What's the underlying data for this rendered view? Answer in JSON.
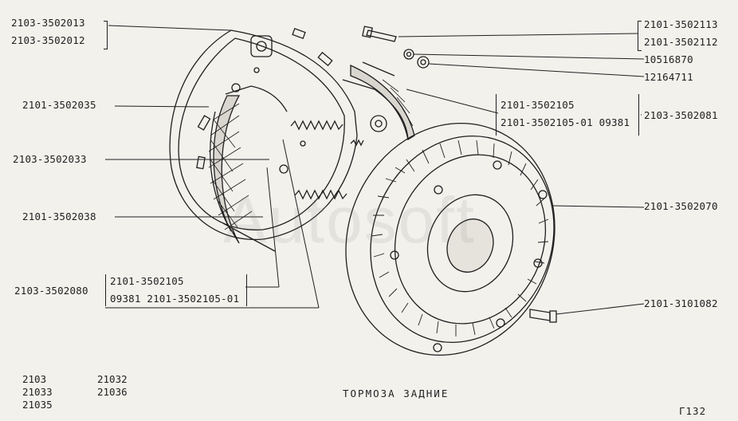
{
  "labels": {
    "l1": "2103-3502013",
    "l2": "2103-3502012",
    "l3": "2101-3502035",
    "l4": "2103-3502033",
    "l5": "2101-3502038",
    "l6": "2103-3502080",
    "l7a": "2101-3502105",
    "l7b": "09381 2101-3502105-01",
    "r1": "2101-3502113",
    "r2": "2101-3502112",
    "r3": "10516870",
    "r4": "12164711",
    "r5a": "2101-3502105",
    "r5b": "2101-3502105-01 09381",
    "r6": "2103-3502081",
    "r7": "2101-3502070",
    "r8": "2101-3101082"
  },
  "footer": {
    "models_col1": [
      "2103",
      "21033",
      "21035"
    ],
    "models_col2": [
      "21032",
      "21036"
    ],
    "title": "ТОРМОЗА ЗАДНИЕ",
    "sheet": "Г132"
  },
  "watermark": "Autosoft"
}
